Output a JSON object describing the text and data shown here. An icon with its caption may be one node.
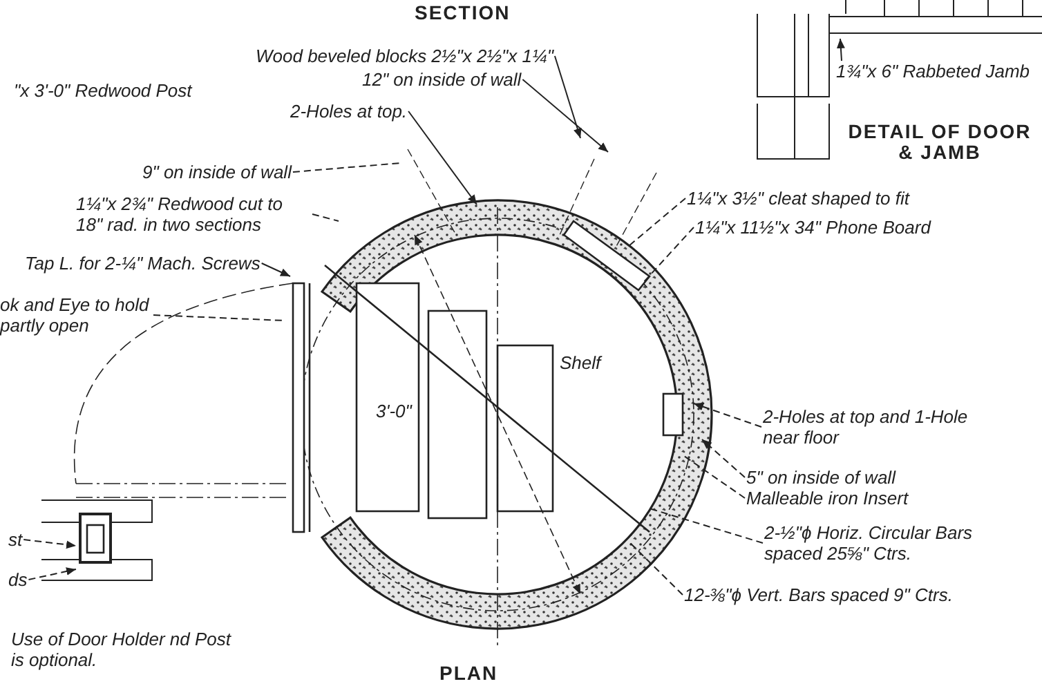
{
  "diagram": {
    "nodes": [
      {
        "text": [
          "Wood beveled blocks 2½\"x 2½\"x 1¼\""
        ]
      },
      {
        "text": [
          "12\" on inside of wall"
        ]
      },
      {
        "text": [
          "2-Holes at top."
        ]
      },
      {
        "text": [
          "9\" on inside of wall"
        ]
      },
      {
        "text": [
          "1¼\"x 2¾\" Redwood cut to 18\" rad. in two sections"
        ]
      },
      {
        "text": [
          "Tap L. for 2-¼\" Mach. Screws"
        ]
      },
      {
        "text": [
          "ok and Eye to hold partly open"
        ]
      },
      {
        "text": [
          "1¾\"x 6\" Rabbeted Jamb"
        ]
      },
      {
        "text": [
          "1¼\"x 3½\" cleat shaped to fit"
        ]
      },
      {
        "text": [
          "1¼\"x 11½\"x 34\" Phone Board"
        ]
      },
      {
        "text": [
          "2-Holes at top and 1-Hole near floor"
        ]
      },
      {
        "text": [
          "5\" on inside of wall"
        ]
      },
      {
        "text": [
          "Malleable iron Insert"
        ]
      },
      {
        "text": [
          "2-½\"ϕ Horiz. Circular Bars spaced 25⅝\" Ctrs."
        ]
      },
      {
        "text": [
          "12-⅜\"ϕ Vert. Bars spaced 9\" Ctrs."
        ]
      },
      {
        "text": [
          "st"
        ]
      },
      {
        "text": [
          "ds"
        ]
      }
    ],
    "edges": [
      {
        "from": 0,
        "to": null,
        "arrow": "to"
      },
      {
        "from": 1,
        "to": null,
        "arrow": "to"
      },
      {
        "from": 2,
        "to": null,
        "arrow": "to"
      },
      {
        "from": 3,
        "to": null,
        "arrow": "none",
        "style": "dashed"
      },
      {
        "from": 4,
        "to": null,
        "arrow": "none",
        "style": "dashed"
      },
      {
        "from": 5,
        "to": null,
        "arrow": "to"
      },
      {
        "from": 6,
        "to": null,
        "arrow": "none",
        "style": "dashed"
      },
      {
        "from": 7,
        "to": null,
        "arrow": "to"
      },
      {
        "from": 8,
        "to": null,
        "arrow": "none",
        "style": "dashed"
      },
      {
        "from": 9,
        "to": null,
        "arrow": "none",
        "style": "dashed"
      },
      {
        "from": 10,
        "to": null,
        "arrow": "to",
        "style": "dashed"
      },
      {
        "from": 11,
        "to": null,
        "arrow": "to",
        "style": "dashed"
      },
      {
        "from": 12,
        "to": null,
        "arrow": "none",
        "style": "dashed"
      },
      {
        "from": 13,
        "to": null,
        "arrow": "none",
        "style": "dashed"
      },
      {
        "from": 14,
        "to": null,
        "arrow": "none",
        "style": "dashed"
      },
      {
        "from": 15,
        "to": null,
        "arrow": "to",
        "style": "dashed"
      },
      {
        "from": 16,
        "to": null,
        "arrow": "to",
        "style": "dashed"
      }
    ],
    "labels": [
      "SECTION",
      "\"x 3'-0\" Redwood Post",
      "DETAIL OF DOOR & JAMB",
      "Shelf",
      "3'-0\"",
      "Use of Door Holder nd Post is optional.",
      "PLAN"
    ]
  }
}
